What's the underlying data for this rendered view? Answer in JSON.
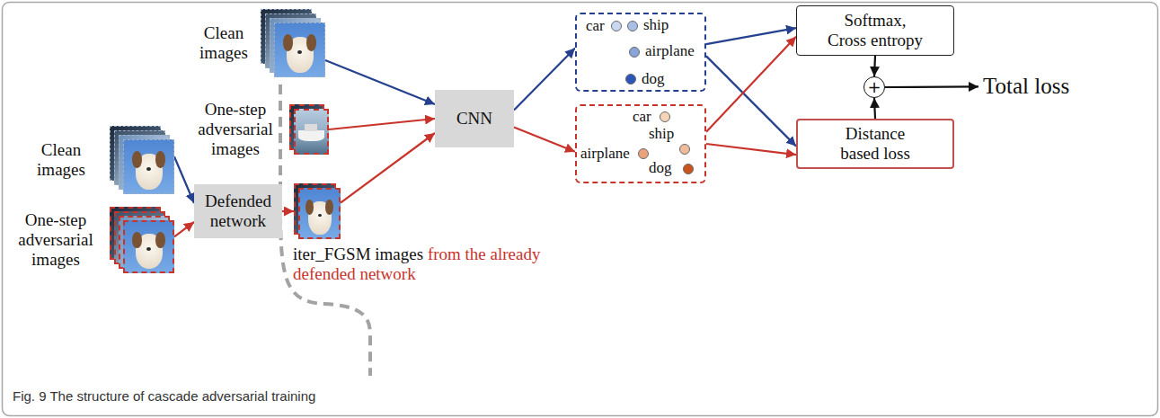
{
  "diagram": {
    "caption": "Fig. 9 The structure of cascade adversarial training",
    "nodes": [
      {
        "text": [
          "Clean images"
        ]
      },
      {
        "text": [
          "One-step adversarial images"
        ]
      },
      {
        "text": [
          "Defended network"
        ]
      },
      {
        "text": [
          "Clean images"
        ]
      },
      {
        "text": [
          "One-step adversarial images"
        ]
      },
      {
        "text": [
          "iter_FGSM images",
          "from the already defended network"
        ]
      },
      {
        "text": [
          "CNN"
        ]
      },
      {
        "text": [
          "car",
          "ship",
          "airplane",
          "dog"
        ]
      },
      {
        "text": [
          "car",
          "ship",
          "airplane",
          "dog"
        ]
      },
      {
        "text": [
          "Softmax, Cross entropy"
        ]
      },
      {
        "text": [
          "Distance based loss"
        ]
      },
      {
        "text": [
          "+"
        ]
      },
      {
        "text": [
          "Total loss"
        ]
      }
    ],
    "edges": [
      {
        "from": 0,
        "to": 2,
        "arrow": "to"
      },
      {
        "from": 1,
        "to": 2,
        "arrow": "to"
      },
      {
        "from": 2,
        "to": 5,
        "arrow": "to"
      },
      {
        "from": 3,
        "to": 6,
        "arrow": "to"
      },
      {
        "from": 4,
        "to": 6,
        "arrow": "to"
      },
      {
        "from": 5,
        "to": 6,
        "arrow": "to"
      },
      {
        "from": 6,
        "to": 7,
        "arrow": "to"
      },
      {
        "from": 6,
        "to": 8,
        "arrow": "to"
      },
      {
        "from": 7,
        "to": 9,
        "arrow": "to"
      },
      {
        "from": 7,
        "to": 10,
        "arrow": "to"
      },
      {
        "from": 8,
        "to": 9,
        "arrow": "to"
      },
      {
        "from": 8,
        "to": 10,
        "arrow": "to"
      },
      {
        "from": 9,
        "to": 11,
        "arrow": "to"
      },
      {
        "from": 10,
        "to": 11,
        "arrow": "to"
      },
      {
        "from": 11,
        "to": 12,
        "arrow": "to"
      }
    ]
  }
}
